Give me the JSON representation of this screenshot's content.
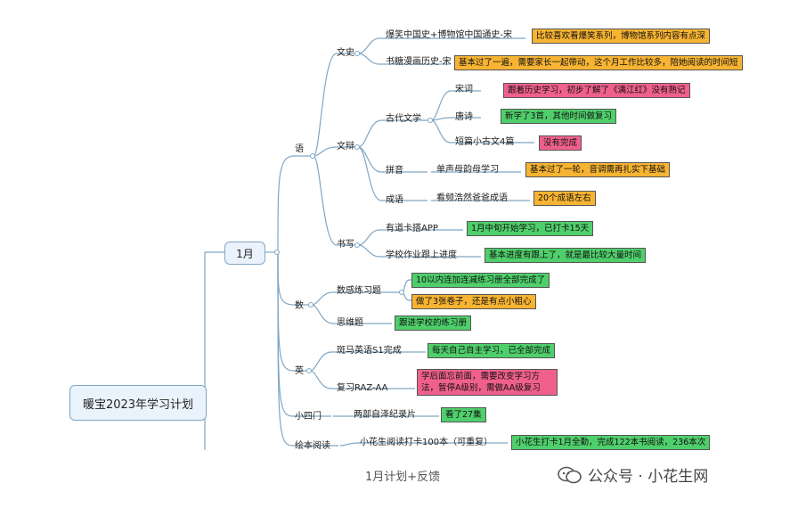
{
  "root": {
    "label": "暖宝2023年学习计划"
  },
  "month": {
    "label": "1月"
  },
  "subjects": {
    "chinese": "语",
    "math": "数",
    "english": "英",
    "xiaosimen": "小四门",
    "picturebook": "绘本阅读"
  },
  "chinese": {
    "wenshi": "文史",
    "wenshi_items": [
      "爆笑中国史+博物馆中国通史-宋",
      "书糖漫画历史-宋"
    ],
    "wenshi_notes": [
      "比较喜欢看爆笑系列，博物馆系列内容有点深",
      "基本过了一遍，需要家长一起带动，这个月工作比较多，陪她阅读的时间短"
    ],
    "wenfu": "文辩",
    "gudai": "古代文学",
    "gudai_items": [
      "宋词",
      "唐诗",
      "短篇小古文4篇"
    ],
    "gudai_notes": [
      "跟着历史学习，初步了解了《满江红》没有熟记",
      "新学了3首，其他时间做复习",
      "没有完成"
    ],
    "pinyin": "拼音",
    "pinyin_item": "单声母韵母学习",
    "pinyin_note": "基本过了一轮，音调需再扎实下基础",
    "chengyu": "成语",
    "chengyu_item": "看频浩然爸爸成语",
    "chengyu_note": "20个成语左右",
    "shuxie": "书写",
    "shuxie_items": [
      "有道卡搭APP",
      "学校作业跟上进度"
    ],
    "shuxie_notes": [
      "1月中旬开始学习，已打卡15天",
      "基本进度有跟上了，就是最比较大量时间"
    ]
  },
  "math": {
    "items": [
      "数感练习题",
      "思维题"
    ],
    "notes": [
      "10以内连加连减练习册全部完成了",
      "做了3张卷子，还是有点小粗心",
      "跟进学校的练习册"
    ]
  },
  "english": {
    "items": [
      "斑马英语S1完成",
      "复习RAZ-AA"
    ],
    "notes": [
      "每天自己自主学习，已全部完成",
      "学后面忘前面，需要改变学习方法，暂停A级别，需做AA级复习"
    ]
  },
  "xiaosimen": {
    "item": "两部自泽纪录片",
    "note": "看了27集"
  },
  "picturebook": {
    "item": "小花生阅读打卡100本（可重复）",
    "note": "小花生打卡1月全勤，完成122本书阅读，236本次"
  },
  "caption": "1月计划+反馈",
  "watermark": "公众号 · 小花生网",
  "colors": {
    "orange": "#f7b432",
    "pink": "#f0608d",
    "green": "#4fcf6b",
    "line": "#7fa6c4"
  }
}
